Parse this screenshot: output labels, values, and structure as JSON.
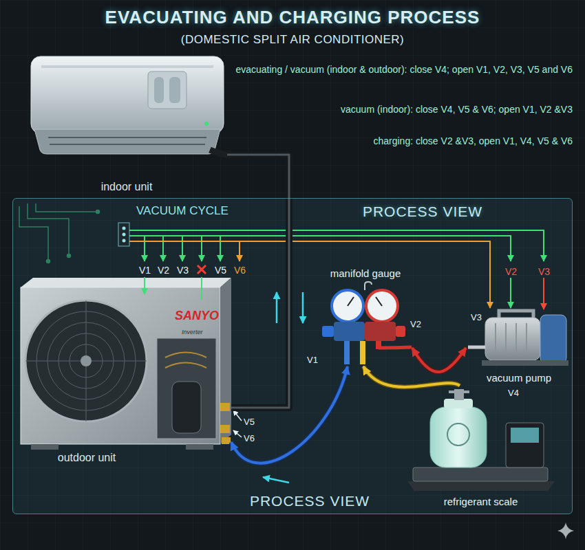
{
  "diagram": {
    "title": "EVACUATING AND CHARGING PROCESS",
    "nodes": [
      {
        "text": [
          "indoor unit"
        ]
      },
      {
        "text": [
          "PROCESS VIEW"
        ]
      },
      {
        "text": [
          "SANYO",
          "Inverter",
          "outdoor unit"
        ],
        "in": 1
      },
      {
        "text": [
          "manifold gauge"
        ],
        "in": 1
      },
      {
        "text": [
          "vacuum pump"
        ],
        "in": 1
      },
      {
        "text": [
          "refrigerant scale"
        ],
        "in": 1
      }
    ],
    "edges": [
      {
        "from": 0,
        "to": 2,
        "arrow": "none"
      },
      {
        "from": 2,
        "to": 3,
        "arrow": "both"
      },
      {
        "from": 3,
        "to": 4,
        "arrow": "both"
      },
      {
        "from": 5,
        "to": 3,
        "arrow": "to"
      }
    ],
    "labels": [
      "(DOMESTIC SPLIT AIR CONDITIONER)",
      "evacuating / vacuum (indoor & outdoor): close V4; open V1, V2, V3, V5 and V6",
      "vacuum (indoor): close V4, V5 & V6; open V1, V2 &V3",
      "charging: close V2 &V3, open V1, V4, V5 & V6",
      "VACUUM CYCLE",
      "V1",
      "V2",
      "V3",
      "V5",
      "V6",
      "V2",
      "V3",
      "V1",
      "V2",
      "V3",
      "V4",
      "V5",
      "V6",
      "PROCESS VIEW"
    ]
  }
}
